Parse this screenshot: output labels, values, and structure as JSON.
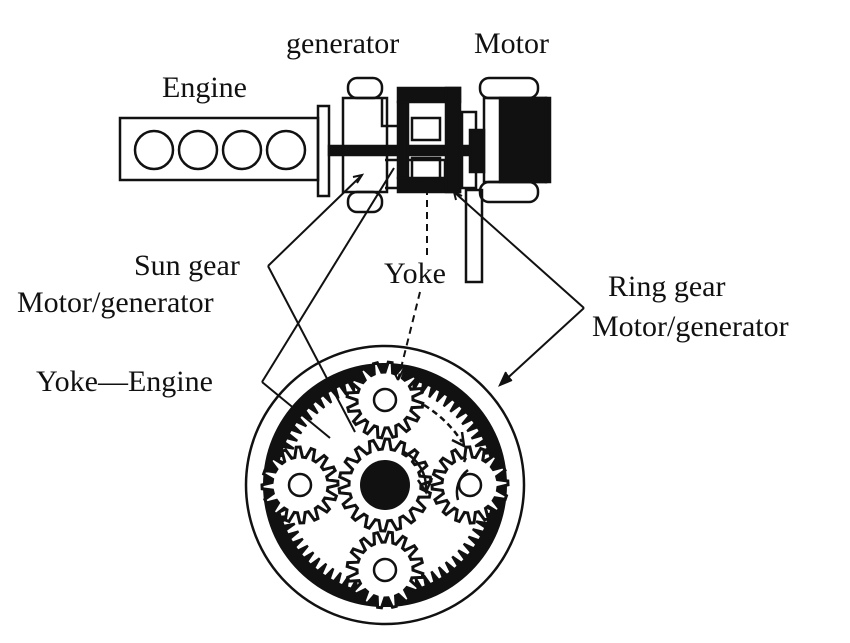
{
  "labels": {
    "generator": "generator",
    "motor": "Motor",
    "engine": "Engine",
    "sun_gear": "Sun gear",
    "sun_gear_sub": "Motor/generator",
    "yoke": "Yoke",
    "ring_gear": "Ring gear",
    "ring_gear_sub": "Motor/generator",
    "yoke_engine": "Yoke—Engine"
  },
  "colors": {
    "ink": "#111111",
    "paper": "#ffffff"
  },
  "gearset": {
    "ring_teeth": 72,
    "planet_teeth": 16,
    "sun_teeth": 18,
    "planet_count": 4
  }
}
